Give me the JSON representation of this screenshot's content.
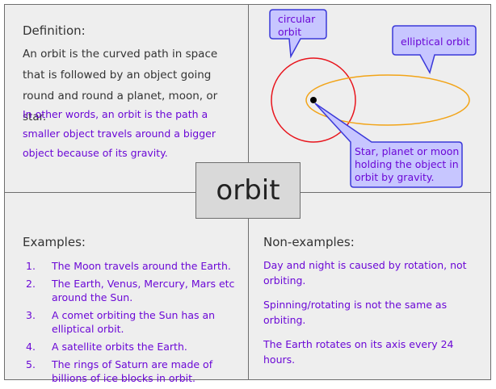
{
  "center_word": "orbit",
  "definition": {
    "heading": "Definition:",
    "text": "An orbit is the curved path in space that is followed by an object going round and round a planet, moon, or star.",
    "in_other_words": "In other words, an orbit is the path a smaller object travels around a bigger object because of its gravity."
  },
  "diagram": {
    "circular_label": "circular orbit",
    "elliptical_label": "elliptical orbit",
    "center_label": "Star, planet or moon holding the object in orbit by gravity.",
    "colors": {
      "circle": "#e8141c",
      "ellipse": "#f2a417",
      "callout_fill": "#c7c6ff",
      "callout_stroke": "#3a38d9",
      "text": "#6b08d6"
    }
  },
  "examples": {
    "heading": "Examples:",
    "items": [
      {
        "num": "1.",
        "text": "The Moon travels around the Earth."
      },
      {
        "num": "2.",
        "text": "The Earth, Venus, Mercury, Mars etc around the Sun."
      },
      {
        "num": "3.",
        "text": "A comet orbiting the Sun has an elliptical orbit."
      },
      {
        "num": "4.",
        "text": "A satellite orbits the Earth."
      },
      {
        "num": "5.",
        "text": "The rings of Saturn are made of billions of ice blocks in orbit."
      }
    ]
  },
  "non_examples": {
    "heading": "Non-examples:",
    "items": [
      "Day and night is caused by rotation, not orbiting.",
      "Spinning/rotating is not the same as orbiting.",
      "The Earth rotates on its axis every 24 hours."
    ]
  }
}
